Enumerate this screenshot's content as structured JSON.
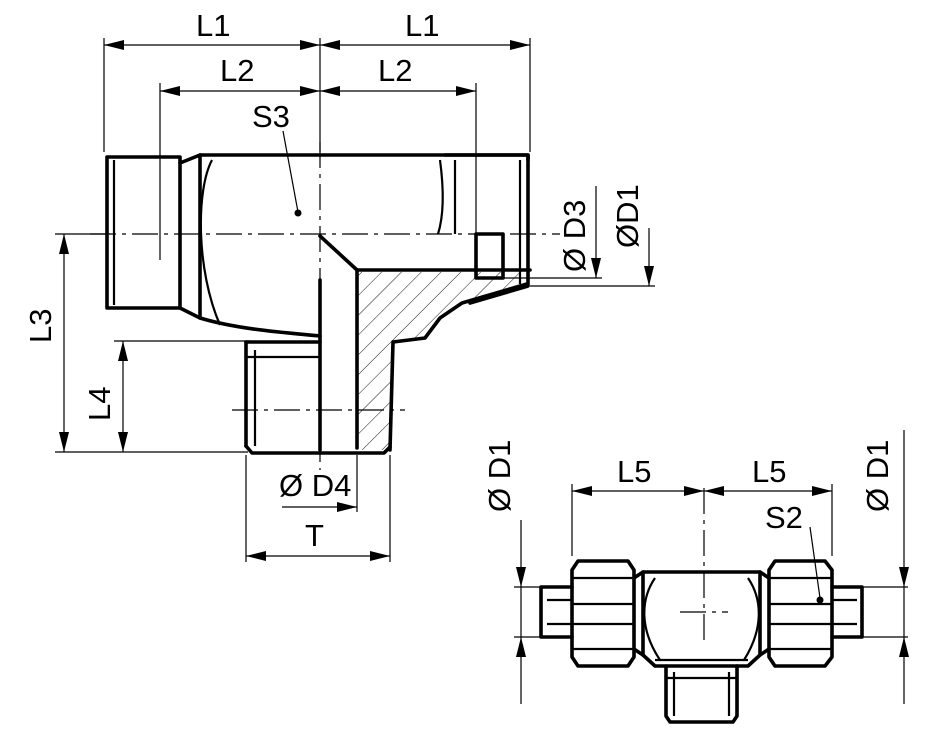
{
  "drawing": {
    "labels": {
      "L1_left": "L1",
      "L1_right": "L1",
      "L2_left": "L2",
      "L2_right": "L2",
      "S3": "S3",
      "D3": "Ø D3",
      "D1_main": "ØD1",
      "L3": "L3",
      "L4": "L4",
      "D4": "Ø D4",
      "T": "T",
      "D1_left": "Ø D1",
      "D1_right": "Ø D1",
      "L5_left": "L5",
      "L5_right": "L5",
      "S2": "S2"
    }
  }
}
